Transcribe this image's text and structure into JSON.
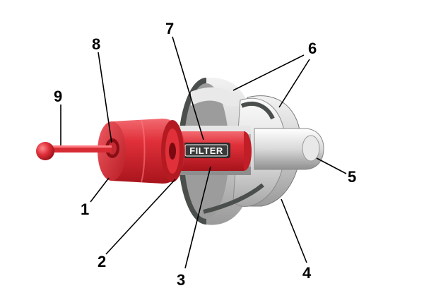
{
  "filter_label": "FILTER",
  "callouts": [
    {
      "id": "1",
      "label": "1"
    },
    {
      "id": "2",
      "label": "2"
    },
    {
      "id": "3",
      "label": "3"
    },
    {
      "id": "4",
      "label": "4"
    },
    {
      "id": "5",
      "label": "5"
    },
    {
      "id": "6",
      "label": "6"
    },
    {
      "id": "7",
      "label": "7"
    },
    {
      "id": "8",
      "label": "8"
    },
    {
      "id": "9",
      "label": "9"
    }
  ],
  "colors": {
    "cap_red": "#e0303a",
    "cap_dark_red": "#a8141c",
    "flange_grey": "#c9c9c9",
    "flange_edge": "#4a4f4c",
    "filter_band": "#2b2b2b"
  }
}
